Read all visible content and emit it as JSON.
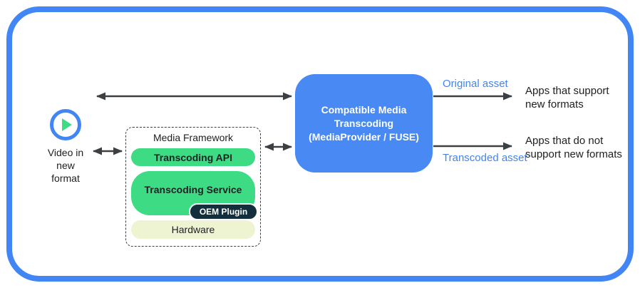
{
  "colors": {
    "frame_blue": "#4285f4",
    "transcoder_blue": "#4889f4",
    "android_green": "#3ddc84",
    "hardware_cream": "#eef3d2",
    "oem_navy": "#132f3e",
    "arrow_gray": "#3c4043",
    "text_dark": "#202124",
    "asset_label_blue": "#4285f4"
  },
  "source": {
    "icon": "play-icon",
    "label": "Video in new format"
  },
  "media_framework": {
    "title": "Media Framework",
    "layers": [
      {
        "label": "Transcoding API"
      },
      {
        "label": "Transcoding Service",
        "plugin": "OEM Plugin"
      },
      {
        "label": "Hardware"
      }
    ]
  },
  "transcoder": {
    "lines": [
      "Compatible Media",
      "Transcoding",
      "(MediaProvider / FUSE)"
    ]
  },
  "outputs": {
    "original_label": "Original asset",
    "transcoded_label": "Transcoded asset",
    "apps_support": "Apps that support new formats",
    "apps_no_support": "Apps that do not support new formats"
  }
}
